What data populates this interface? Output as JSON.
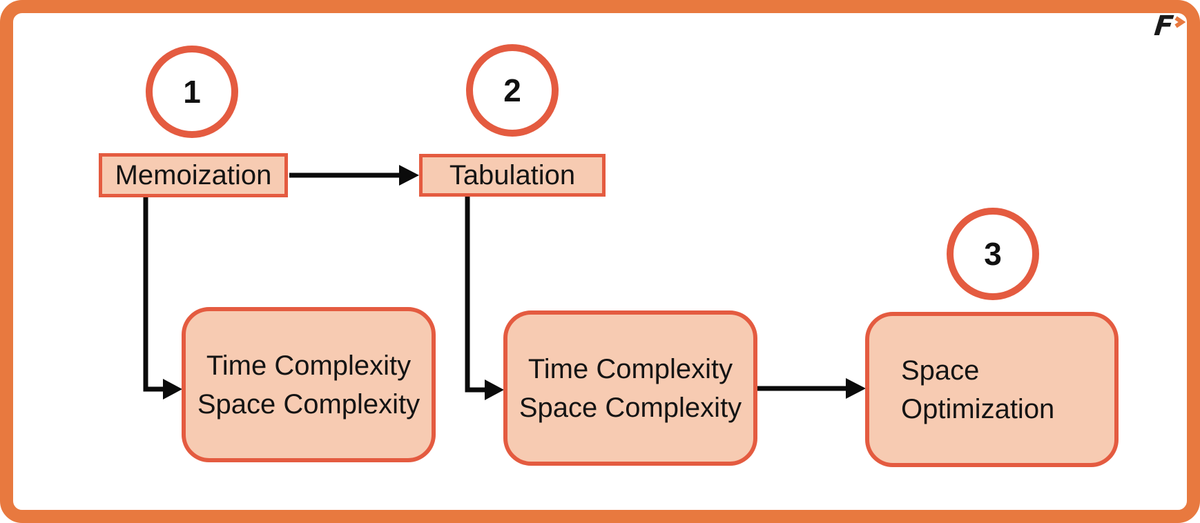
{
  "theme": {
    "frame_color": "#E8793F",
    "shape_border_color": "#E45B40",
    "shape_fill_color": "#F7CBB2",
    "arrow_color": "#0B0B0B",
    "text_color": "#141414",
    "logo_color": "#1A1A1A"
  },
  "logo": {
    "letter": "F",
    "chevron_icon": "right-chevron"
  },
  "steps": [
    {
      "number": "1"
    },
    {
      "number": "2"
    },
    {
      "number": "3"
    }
  ],
  "nodes": {
    "memoization": {
      "label": "Memoization"
    },
    "tabulation": {
      "label": "Tabulation"
    },
    "complexity1": {
      "line1": "Time Complexity",
      "line2": "Space Complexity"
    },
    "complexity2": {
      "line1": "Time Complexity",
      "line2": "Space Complexity"
    },
    "space_optimization": {
      "line1": "Space",
      "line2": "Optimization"
    }
  }
}
